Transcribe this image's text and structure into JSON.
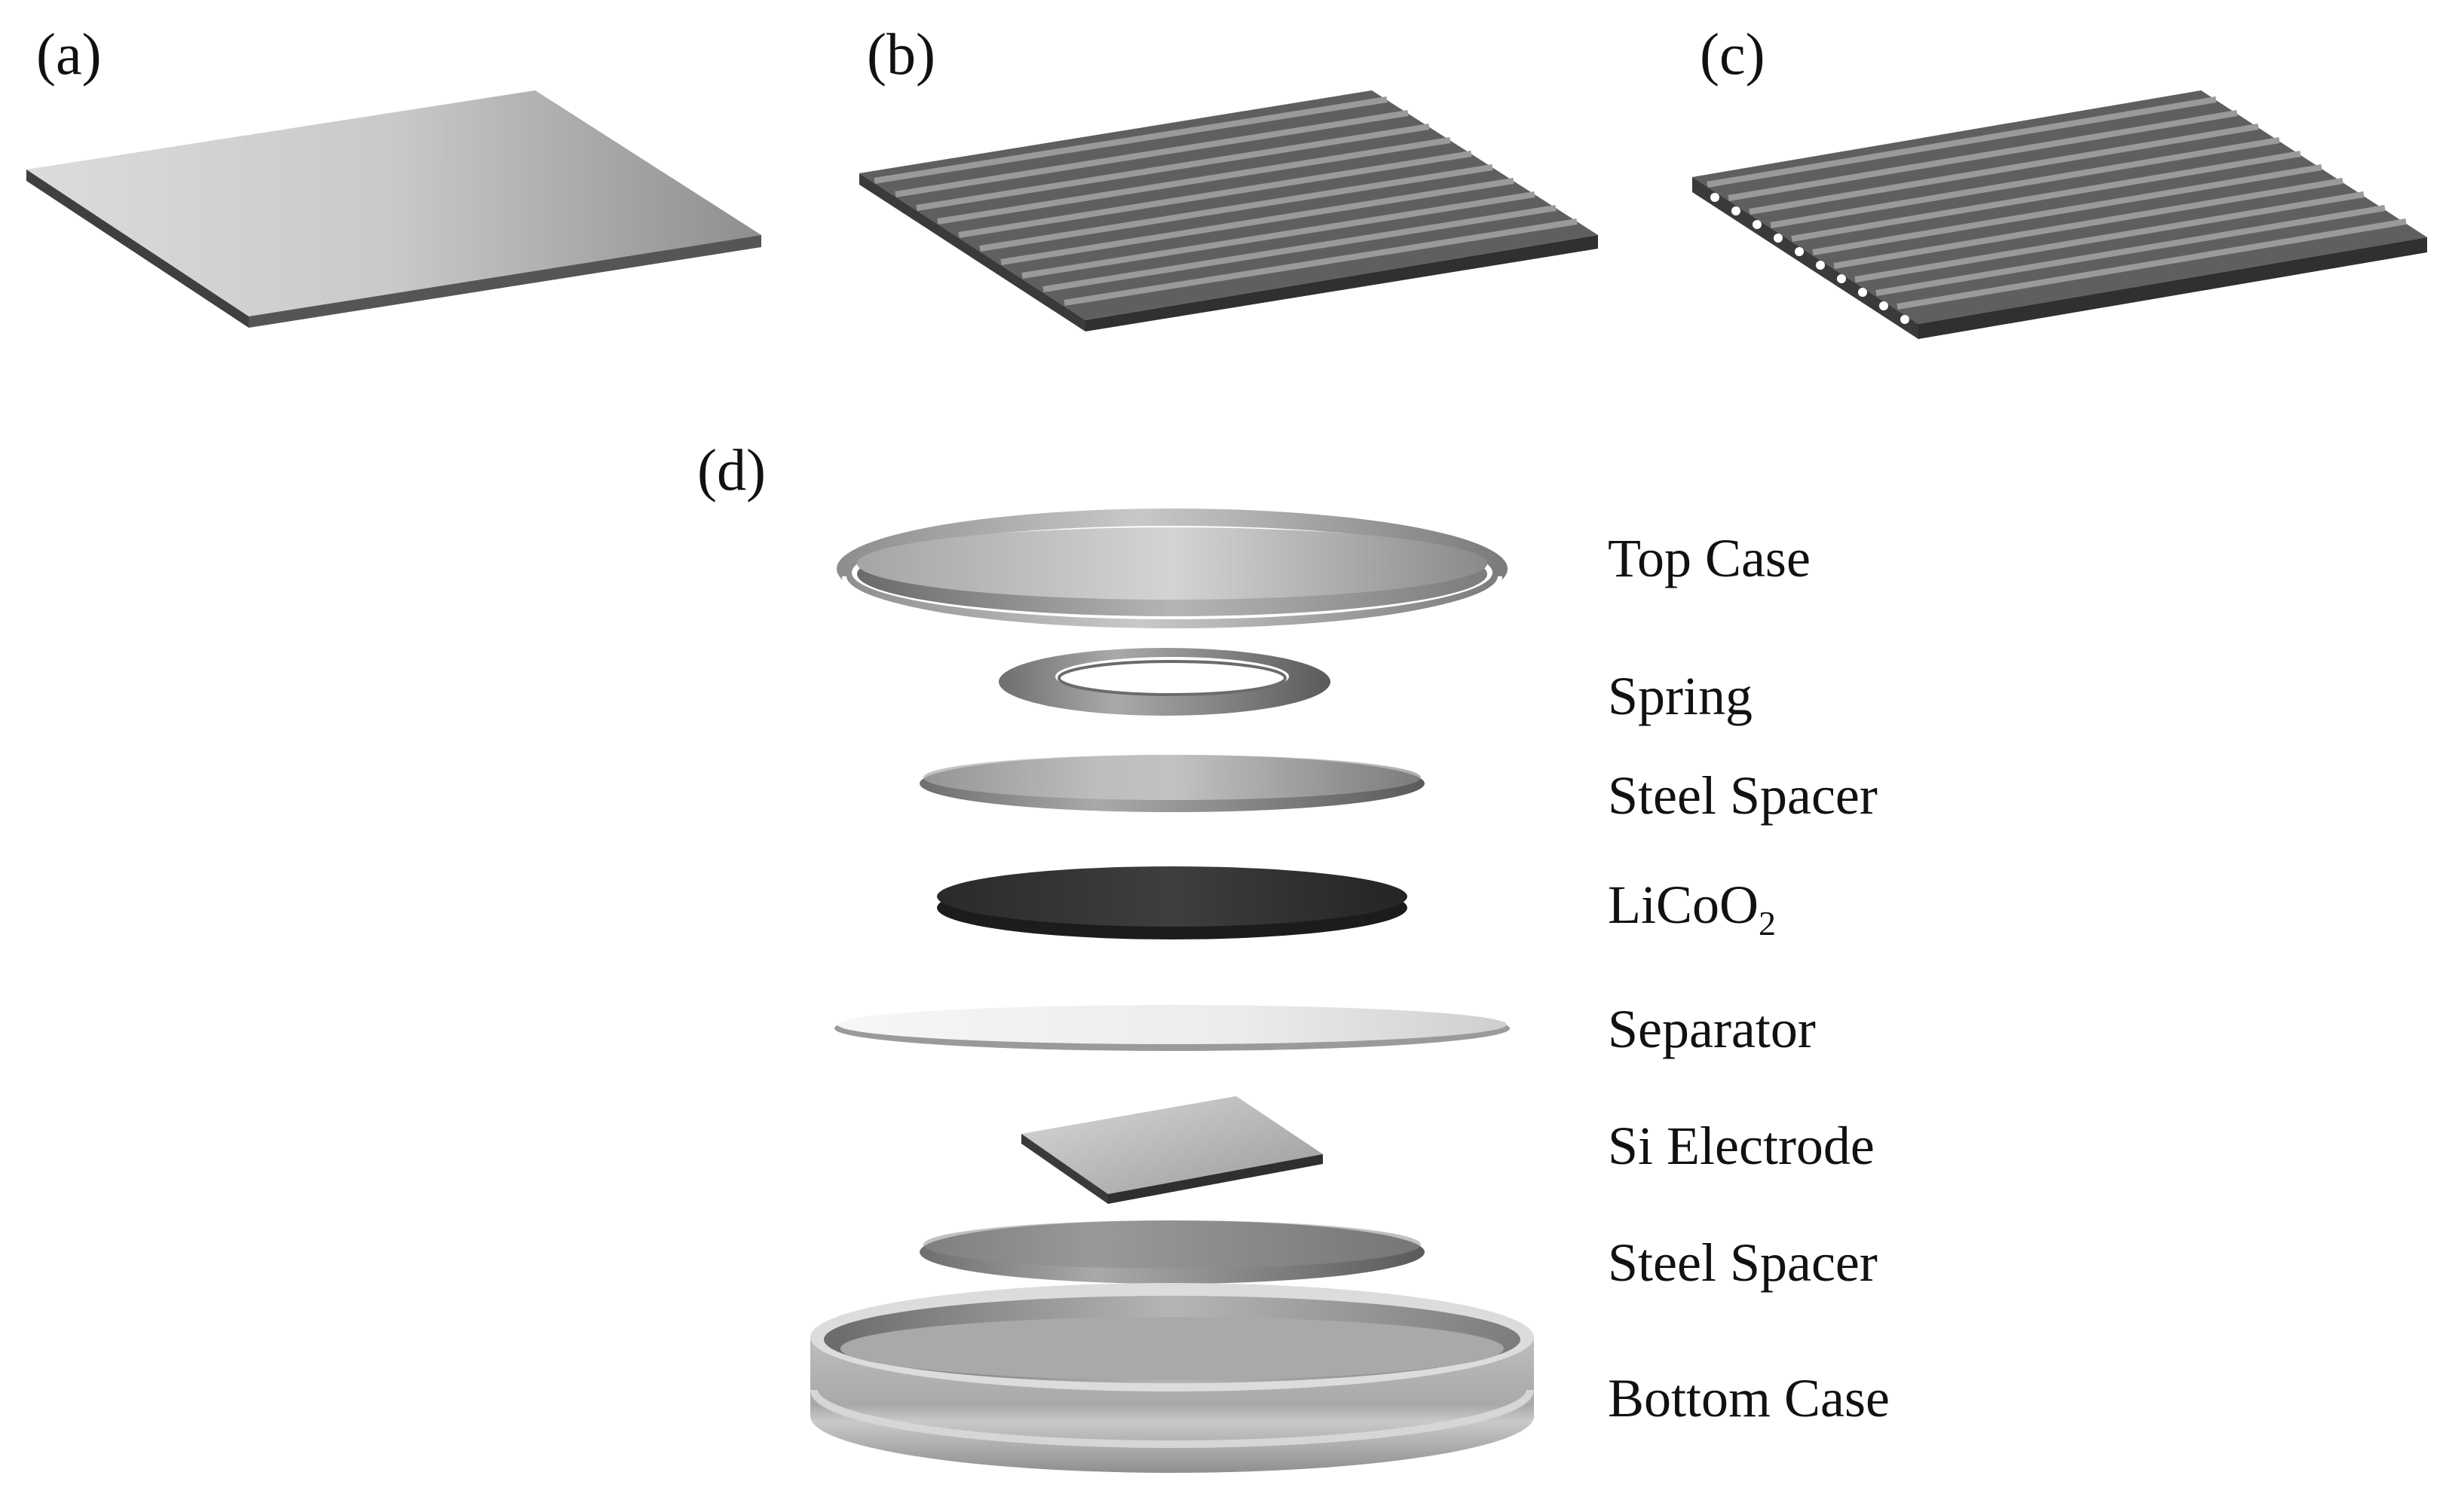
{
  "panels": {
    "a": {
      "label": "(a)"
    },
    "b": {
      "label": "(b)"
    },
    "c": {
      "label": "(c)"
    },
    "d": {
      "label": "(d)"
    }
  },
  "stack": {
    "top_case": "Top Case",
    "spring": "Spring",
    "steel_spacer_top": "Steel Spacer",
    "licoo2_main": "LiCoO",
    "licoo2_sub": "2",
    "separator": "Separator",
    "si_electrode": "Si Electrode",
    "steel_spacer_bottom": "Steel Spacer",
    "bottom_case": "Bottom Case"
  }
}
